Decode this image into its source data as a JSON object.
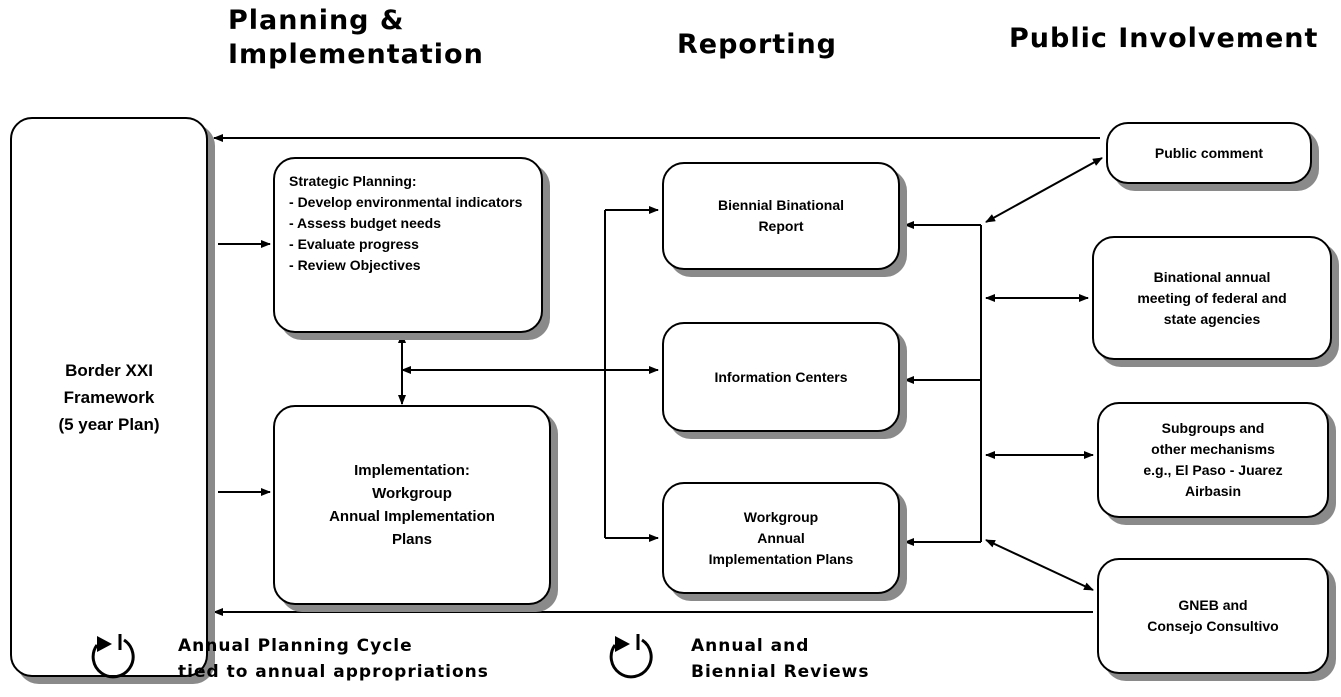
{
  "headers": {
    "planning": [
      "Planning &",
      "Implementation"
    ],
    "reporting": "Reporting",
    "public": "Public Involvement"
  },
  "framework": [
    "Border XXI",
    "Framework",
    "(5 year Plan)"
  ],
  "strategic": {
    "title": "Strategic Planning:",
    "items": [
      "Develop environmental indicators",
      "Assess budget needs",
      "Evaluate progress",
      "Review Objectives"
    ]
  },
  "implementation": [
    "Implementation:",
    "Workgroup",
    "Annual Implementation",
    "Plans"
  ],
  "reporting_boxes": {
    "biennial": [
      "Biennial Binational",
      "Report"
    ],
    "info": "Information Centers",
    "workgroup": [
      "Workgroup",
      "Annual",
      "Implementation Plans"
    ]
  },
  "public_boxes": {
    "comment": "Public comment",
    "annual": [
      "Binational annual",
      "meeting of federal and",
      "state agencies"
    ],
    "subgroups": [
      "Subgroups and",
      "other mechanisms",
      "e.g., El Paso - Juarez",
      "Airbasin"
    ],
    "gneb": [
      "GNEB and",
      "Consejo Consultivo"
    ]
  },
  "legend": {
    "planning_cycle": [
      "Annual Planning Cycle",
      "tied to annual appropriations"
    ],
    "reviews": [
      "Annual and",
      "Biennial Reviews"
    ]
  }
}
